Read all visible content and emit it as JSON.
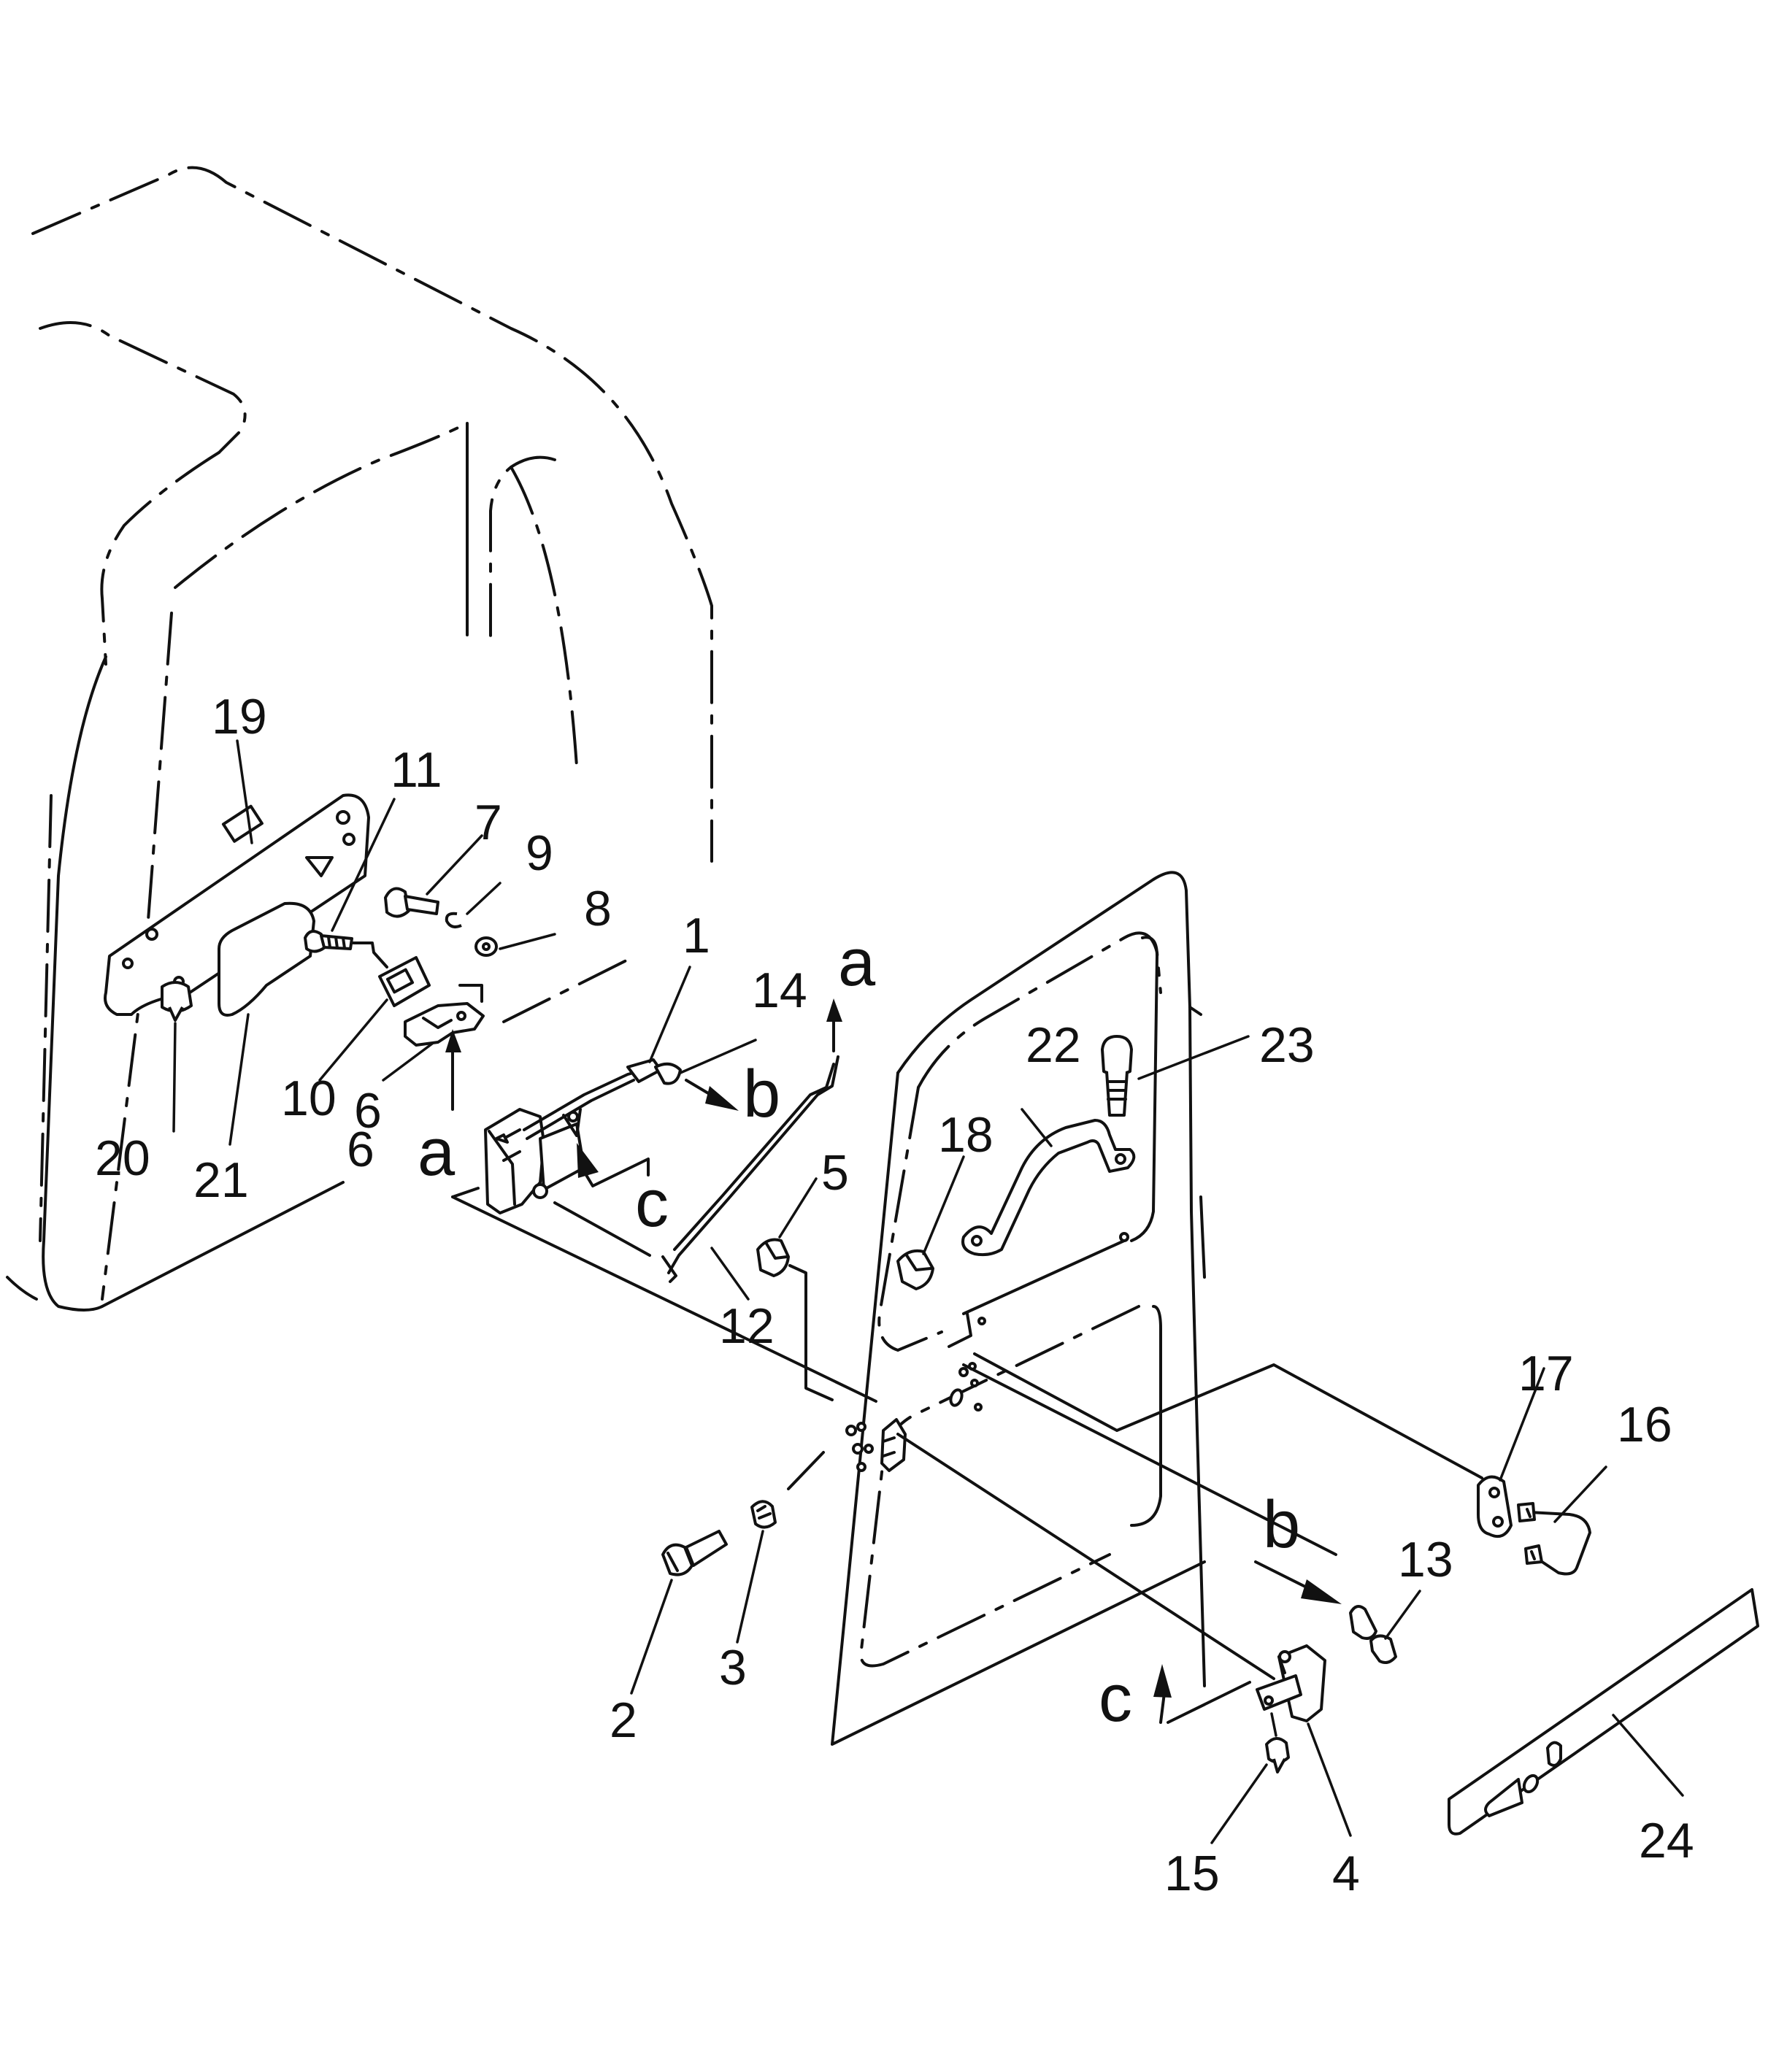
{
  "callouts": [
    {
      "id": "1",
      "text": "1"
    },
    {
      "id": "2",
      "text": "2"
    },
    {
      "id": "3",
      "text": "3"
    },
    {
      "id": "4",
      "text": "4"
    },
    {
      "id": "5",
      "text": "5"
    },
    {
      "id": "6a",
      "text": "6"
    },
    {
      "id": "6b",
      "text": "6"
    },
    {
      "id": "7",
      "text": "7"
    },
    {
      "id": "8",
      "text": "8"
    },
    {
      "id": "9",
      "text": "9"
    },
    {
      "id": "10",
      "text": "10"
    },
    {
      "id": "11",
      "text": "11"
    },
    {
      "id": "12",
      "text": "12"
    },
    {
      "id": "13",
      "text": "13"
    },
    {
      "id": "14",
      "text": "14"
    },
    {
      "id": "15",
      "text": "15"
    },
    {
      "id": "16",
      "text": "16"
    },
    {
      "id": "17",
      "text": "17"
    },
    {
      "id": "18",
      "text": "18"
    },
    {
      "id": "19",
      "text": "19"
    },
    {
      "id": "20",
      "text": "20"
    },
    {
      "id": "21",
      "text": "21"
    },
    {
      "id": "22",
      "text": "22"
    },
    {
      "id": "23",
      "text": "23"
    },
    {
      "id": "24",
      "text": "24"
    }
  ],
  "connectors": [
    {
      "id": "a1",
      "text": "a"
    },
    {
      "id": "a2",
      "text": "a"
    },
    {
      "id": "b1",
      "text": "b"
    },
    {
      "id": "b2",
      "text": "b"
    },
    {
      "id": "c1",
      "text": "c"
    },
    {
      "id": "c2",
      "text": "c"
    }
  ]
}
